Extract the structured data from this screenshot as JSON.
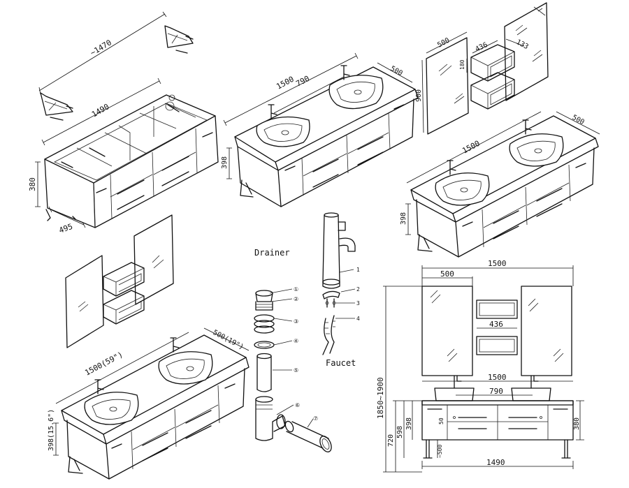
{
  "views": {
    "unassembled": {
      "width": "~1470",
      "length": "1490",
      "height": "380",
      "depth": "495"
    },
    "top_center": {
      "width": "1500",
      "spacing": "790",
      "depth": "500",
      "height": "398"
    },
    "mirror_set": {
      "mirror_width": "500",
      "height": "900",
      "shelf_width": "436",
      "shelf_depth": "133",
      "shelf_height": "180"
    },
    "right_mid": {
      "width": "1500",
      "depth": "500",
      "height": "398"
    },
    "bottom_left": {
      "width": "1500(59\")",
      "depth": "500(19\")",
      "height": "398(15.6\")"
    },
    "front_elevation": {
      "total_width": "1500",
      "mirror_width": "500",
      "shelf_width": "436",
      "cabinet_width": "1500",
      "sink_spacing": "790",
      "base_width": "1490",
      "total_height": "1850~1900",
      "height_720": "720",
      "height_598": "598",
      "height_398": "398",
      "side_height": "380",
      "small_dim": "50",
      "leg_dim": "~500"
    }
  },
  "parts": {
    "drainer_label": "Drainer",
    "faucet_label": "Faucet",
    "drainer_numbers": [
      "①",
      "②",
      "③",
      "④",
      "⑤",
      "⑥",
      "⑦"
    ],
    "faucet_numbers": [
      "1",
      "2",
      "3",
      "4"
    ]
  }
}
